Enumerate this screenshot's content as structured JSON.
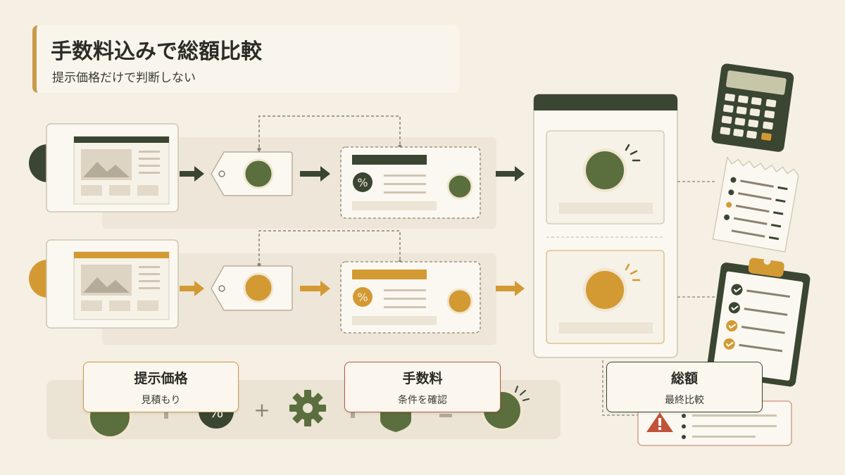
{
  "header": {
    "title": "手数料込みで総額比較",
    "subtitle": "提示価格だけで判断しない"
  },
  "labels": {
    "price": {
      "title": "提示価格",
      "sub": "見積もり"
    },
    "fee": {
      "title": "手数料",
      "sub": "条件を確認"
    },
    "total": {
      "title": "総額",
      "sub": "最終比較"
    }
  },
  "glyphs": {
    "percent": "%",
    "plus": "+"
  },
  "colors": {
    "background": "#f5efe4",
    "green": "#5a6e3e",
    "dark_green": "#3a4532",
    "orange": "#d39a33",
    "accent_bar": "#c99a4a",
    "red": "#c0533a"
  }
}
